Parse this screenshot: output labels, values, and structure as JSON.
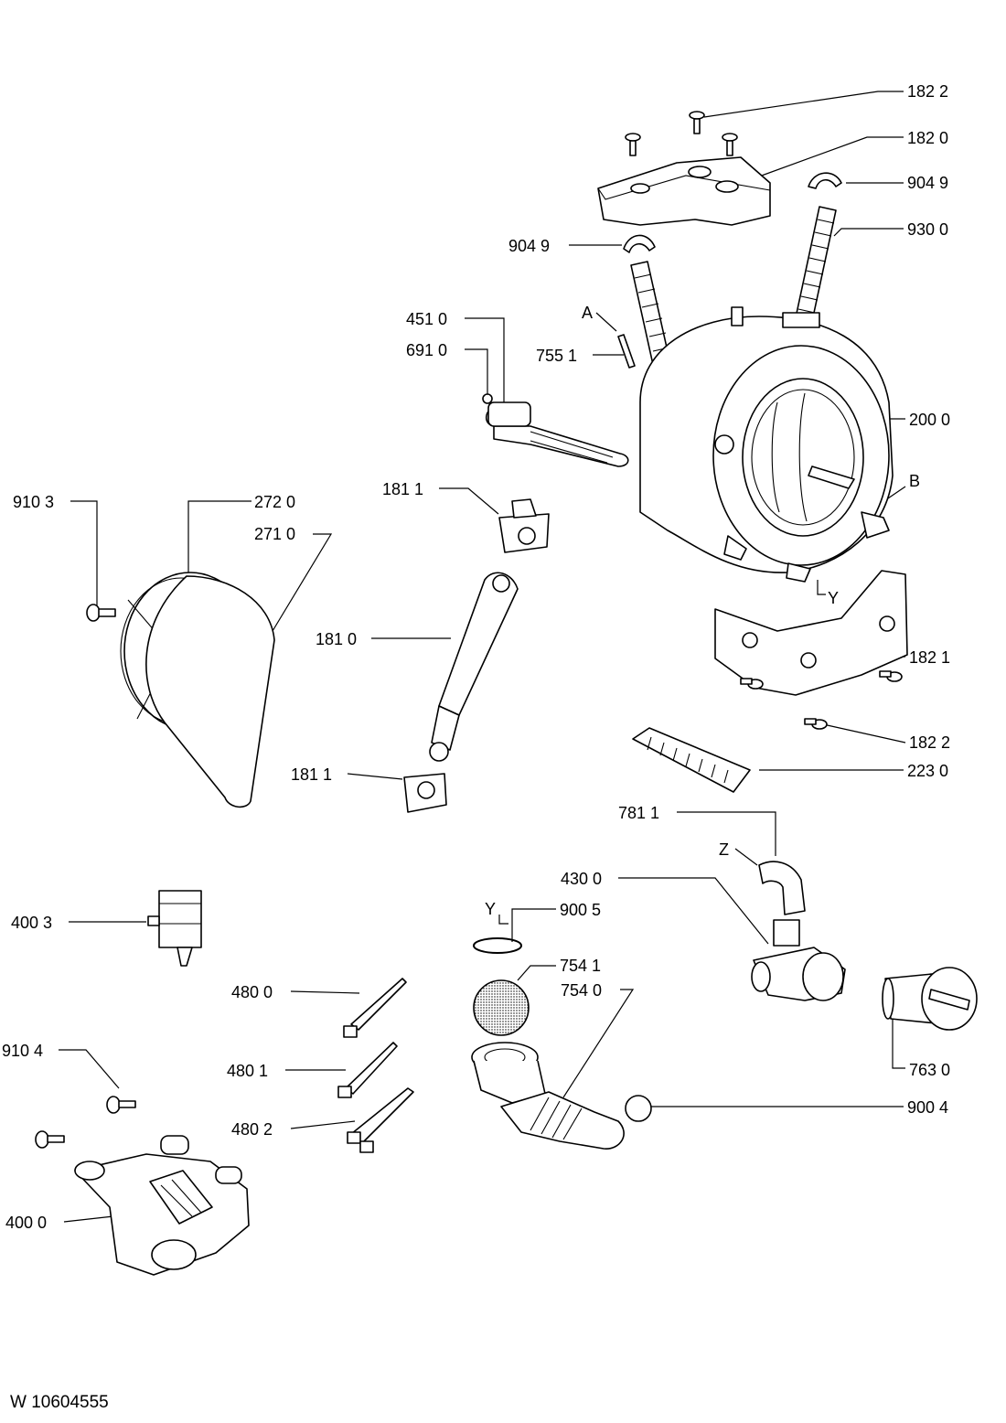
{
  "labels": [
    {
      "id": "c1822a",
      "text": "182 2"
    },
    {
      "id": "c1820",
      "text": "182 0"
    },
    {
      "id": "c9049r",
      "text": "904 9"
    },
    {
      "id": "c9300",
      "text": "930 0"
    },
    {
      "id": "c9049l",
      "text": "904 9"
    },
    {
      "id": "c4510",
      "text": "451 0"
    },
    {
      "id": "c6910",
      "text": "691 0"
    },
    {
      "id": "cA",
      "text": "A"
    },
    {
      "id": "c7551",
      "text": "755 1"
    },
    {
      "id": "c2000",
      "text": "200 0"
    },
    {
      "id": "cB",
      "text": "B"
    },
    {
      "id": "c9103",
      "text": "910 3"
    },
    {
      "id": "c2720",
      "text": "272 0"
    },
    {
      "id": "c2710",
      "text": "271 0"
    },
    {
      "id": "c1811a",
      "text": "181 1"
    },
    {
      "id": "cY1",
      "text": "Y"
    },
    {
      "id": "c1821",
      "text": "182 1"
    },
    {
      "id": "c1810",
      "text": "181 0"
    },
    {
      "id": "c1822b",
      "text": "182 2"
    },
    {
      "id": "c2230",
      "text": "223 0"
    },
    {
      "id": "c1811b",
      "text": "181 1"
    },
    {
      "id": "c7811",
      "text": "781 1"
    },
    {
      "id": "cZ",
      "text": "Z"
    },
    {
      "id": "c4300",
      "text": "430 0"
    },
    {
      "id": "cY2",
      "text": "Y"
    },
    {
      "id": "c9005",
      "text": "900 5"
    },
    {
      "id": "c4003",
      "text": "400 3"
    },
    {
      "id": "c7541",
      "text": "754 1"
    },
    {
      "id": "c4800",
      "text": "480 0"
    },
    {
      "id": "c7540",
      "text": "754 0"
    },
    {
      "id": "c9104",
      "text": "910 4"
    },
    {
      "id": "c7630",
      "text": "763 0"
    },
    {
      "id": "c4801",
      "text": "480 1"
    },
    {
      "id": "c4802",
      "text": "480 2"
    },
    {
      "id": "c9004",
      "text": "900 4"
    },
    {
      "id": "c4000",
      "text": "400 0"
    }
  ],
  "document_id": "W 10604555"
}
